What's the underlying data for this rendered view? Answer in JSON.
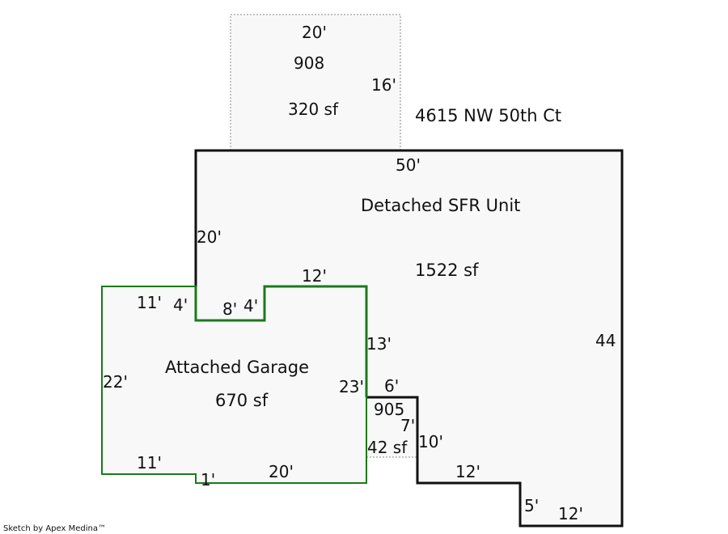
{
  "address": "4615 NW 50th Ct",
  "credit": "Sketch by Apex Medina™",
  "colors": {
    "main_outline": "#111111",
    "garage_outline": "#1a7a1a",
    "addition_outline": "#888888",
    "fill": "#f8f8f8"
  },
  "areas": {
    "addition": {
      "code": "908",
      "area": "320 sf"
    },
    "main": {
      "name": "Detached SFR Unit",
      "area": "1522 sf"
    },
    "garage": {
      "name": "Attached Garage",
      "area": "670 sf"
    },
    "porch": {
      "code": "905",
      "area": "42 sf"
    }
  },
  "dimensions": {
    "addition_top": "20'",
    "addition_side": "16'",
    "main_top": "50'",
    "main_left": "20'",
    "main_right": "44",
    "garage_step_top": "12'",
    "garage_notch_left": "4'",
    "garage_notch_bottom": "8'",
    "garage_notch_right": "4'",
    "garage_top_left": "11'",
    "garage_left": "22'",
    "garage_bottom_left": "11'",
    "garage_jog": "1'",
    "garage_bottom": "20'",
    "garage_right": "23'",
    "main_mid": "13'",
    "porch_top": "6'",
    "porch_side": "7'",
    "main_step_1": "10'",
    "main_step_2": "12'",
    "main_step_3": "5'",
    "main_bottom": "12'"
  }
}
